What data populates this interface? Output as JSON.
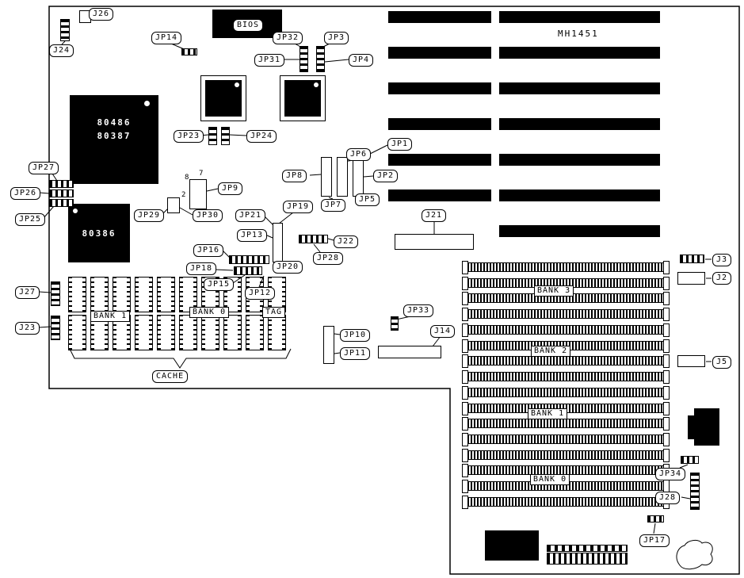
{
  "board": {
    "model": "MH1451"
  },
  "chips": {
    "bios": "BIOS",
    "cpu_line1": "80486",
    "cpu_line2": "80387",
    "cpu2": "80386"
  },
  "cache": {
    "bank1": "BANK 1",
    "bank0": "BANK 0",
    "tag": "TAG",
    "group": "CACHE"
  },
  "simm": {
    "bank3": "BANK 3",
    "bank2": "BANK 2",
    "bank1": "BANK 1",
    "bank0": "BANK 0"
  },
  "digits": {
    "eight": "8",
    "seven": "7",
    "two": "2"
  },
  "labels": {
    "J26": "J26",
    "J24": "J24",
    "JP14": "JP14",
    "JP32": "JP32",
    "JP3": "JP3",
    "JP31": "JP31",
    "JP4": "JP4",
    "JP23": "JP23",
    "JP24": "JP24",
    "JP27": "JP27",
    "JP26": "JP26",
    "JP25": "JP25",
    "JP29": "JP29",
    "JP30": "JP30",
    "JP9": "JP9",
    "JP8": "JP8",
    "JP6": "JP6",
    "JP1": "JP1",
    "JP2": "JP2",
    "JP5": "JP5",
    "JP7": "JP7",
    "JP21": "JP21",
    "JP19": "JP19",
    "JP13": "JP13",
    "J22": "J22",
    "JP28": "JP28",
    "JP16": "JP16",
    "JP18": "JP18",
    "JP20": "JP20",
    "JP15": "JP15",
    "JP12": "JP12",
    "J21": "J21",
    "J27": "J27",
    "J23": "J23",
    "JP10": "JP10",
    "JP11": "JP11",
    "JP33": "JP33",
    "J14": "J14",
    "J3": "J3",
    "J2": "J2",
    "J5": "J5",
    "JP34": "JP34",
    "J28": "J28",
    "JP17": "JP17"
  },
  "counts": {
    "isa_left_slots": 6,
    "isa_right_slots": 7,
    "simm_slots": 16,
    "cache_rows": 2,
    "cache_chips_per_row": 10
  }
}
